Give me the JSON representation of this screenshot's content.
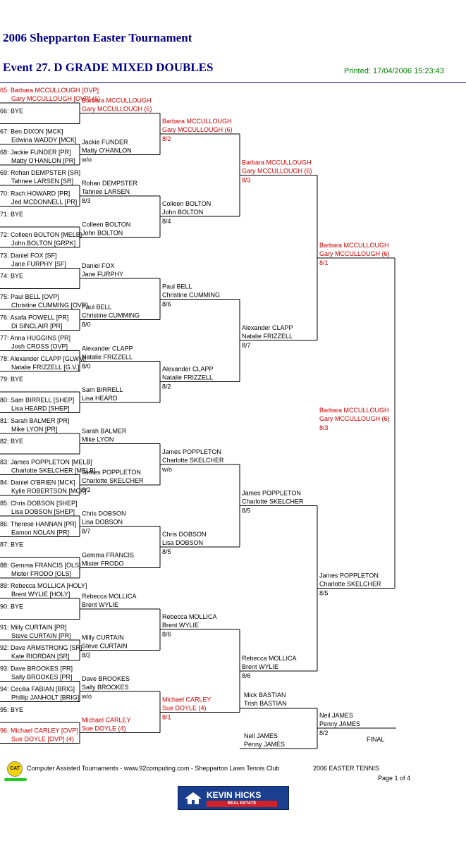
{
  "header": {
    "tournament": "2006 Shepparton Easter Tournament",
    "event": "Event 27. D GRADE MIXED DOUBLES",
    "printed": "Printed: 17/04/2006 15:23:43"
  },
  "colors": {
    "title": "#00008b",
    "winner": "#cc0000",
    "printed": "#008000",
    "text": "#000000"
  },
  "draw": [
    {
      "seed": "65: Barbara MCCULLOUGH [OVP]",
      "partner": "Gary MCCULLOUGH [OVP] (6)",
      "red": true
    },
    {
      "seed": "66: BYE",
      "partner": ""
    },
    {
      "seed": "67: Ben DIXON [MCK]",
      "partner": "Edwina WADDY [MCK]"
    },
    {
      "seed": "68: Jackie FUNDER [PR]",
      "partner": "Matty O'HANLON [PR]"
    },
    {
      "seed": "69: Rohan DEMPSTER [SR]",
      "partner": "Tahnee LARSEN [SR]"
    },
    {
      "seed": "70: Rach HOWARD [PR]",
      "partner": "Jed MCDONNELL [PR]"
    },
    {
      "seed": "71: BYE",
      "partner": ""
    },
    {
      "seed": "72: Colleen BOLTON [MELB]",
      "partner": "John BOLTON [GRPK]"
    },
    {
      "seed": "73: Daniel FOX [SF]",
      "partner": "Jane FURPHY [SF]"
    },
    {
      "seed": "74: BYE",
      "partner": ""
    },
    {
      "seed": "75: Paul BELL [OVP]",
      "partner": "Christine CUMMING [OVP]"
    },
    {
      "seed": "76: Asafa POWELL [PR]",
      "partner": "Di SINCLAIR [PR]"
    },
    {
      "seed": "77: Anna HUGGINS [PR]",
      "partner": "Josh CROSS [OVP]"
    },
    {
      "seed": "78: Alexander CLAPP [GLWM]",
      "partner": "Natalie FRIZZELL [G.V.]"
    },
    {
      "seed": "79: BYE",
      "partner": ""
    },
    {
      "seed": "80: Sam BIRRELL [SHEP]",
      "partner": "Lisa HEARD [SHEP]"
    },
    {
      "seed": "81: Sarah BALMER [PR]",
      "partner": "Mike LYON [PR]"
    },
    {
      "seed": "82: BYE",
      "partner": ""
    },
    {
      "seed": "83: James POPPLETON [MELB]",
      "partner": "Charlotte SKELCHER [MELB]"
    },
    {
      "seed": "84: Daniel O'BRIEN [MCK]",
      "partner": "Kylie ROBERTSON [MCK]"
    },
    {
      "seed": "85: Chris DOBSON [SHEP]",
      "partner": "Lisa DOBSON [SHEP]"
    },
    {
      "seed": "86: Therese HANNAN [PR]",
      "partner": "Eamon NOLAN [PR]"
    },
    {
      "seed": "87: BYE",
      "partner": ""
    },
    {
      "seed": "88: Gemma FRANCIS [OLS]",
      "partner": "Mister FRODO [OLS]"
    },
    {
      "seed": "89: Rebecca MOLLICA [HOLY]",
      "partner": "Brent WYLIE [HOLY]"
    },
    {
      "seed": "90: BYE",
      "partner": ""
    },
    {
      "seed": "91: Milly CURTAIN [PR]",
      "partner": "Steve CURTAIN [PR]"
    },
    {
      "seed": "92: Dave ARMSTRONG [SR]",
      "partner": "Kate RIORDAN [SR]"
    },
    {
      "seed": "93: Dave BROOKES [PR]",
      "partner": "Sally BROOKES [PR]"
    },
    {
      "seed": "94: Cecilia FABIAN [BRIG]",
      "partner": "Phillip JANHOLT [BRIG]"
    },
    {
      "seed": "95: BYE",
      "partner": ""
    },
    {
      "seed": "96: Michael CARLEY [OVP]",
      "partner": "Sue DOYLE [OVP] (4)",
      "red": true
    }
  ],
  "round2": [
    {
      "p1": "Barbara MCCULLOUGH",
      "p2": "Gary MCCULLOUGH (6)",
      "score": "",
      "red": true
    },
    {
      "p1": "Jackie FUNDER",
      "p2": "Matty O'HANLON",
      "score": "w/o"
    },
    {
      "p1": "Rohan DEMPSTER",
      "p2": "Tahnee LARSEN",
      "score": "8/3"
    },
    {
      "p1": "Colleen BOLTON",
      "p2": "John BOLTON",
      "score": ""
    },
    {
      "p1": "Daniel FOX",
      "p2": "Jane FURPHY",
      "score": ""
    },
    {
      "p1": "Paul BELL",
      "p2": "Christine CUMMING",
      "score": "8/0"
    },
    {
      "p1": "Alexander CLAPP",
      "p2": "Natalie FRIZZELL",
      "score": "8/0"
    },
    {
      "p1": "Sam BIRRELL",
      "p2": "Lisa HEARD",
      "score": ""
    },
    {
      "p1": "Sarah BALMER",
      "p2": "Mike LYON",
      "score": ""
    },
    {
      "p1": "James POPPLETON",
      "p2": "Charlotte SKELCHER",
      "score": "8/2"
    },
    {
      "p1": "Chris DOBSON",
      "p2": "Lisa DOBSON",
      "score": "8/7"
    },
    {
      "p1": "Gemma FRANCIS",
      "p2": "Mister FRODO",
      "score": ""
    },
    {
      "p1": "Rebecca MOLLICA",
      "p2": "Brent WYLIE",
      "score": ""
    },
    {
      "p1": "Milly CURTAIN",
      "p2": "Steve CURTAIN",
      "score": "8/2"
    },
    {
      "p1": "Dave BROOKES",
      "p2": "Sally BROOKES",
      "score": "w/o"
    },
    {
      "p1": "Michael CARLEY",
      "p2": "Sue DOYLE (4)",
      "score": "",
      "red": true
    }
  ],
  "round3": [
    {
      "p1": "Barbara MCCULLOUGH",
      "p2": "Gary MCCULLOUGH (6)",
      "score": "8/2",
      "red": true
    },
    {
      "p1": "Colleen BOLTON",
      "p2": "John BOLTON",
      "score": "8/4"
    },
    {
      "p1": "Paul BELL",
      "p2": "Christine CUMMING",
      "score": "8/6"
    },
    {
      "p1": "Alexander CLAPP",
      "p2": "Natalie FRIZZELL",
      "score": "8/2"
    },
    {
      "p1": "James POPPLETON",
      "p2": "Charlotte SKELCHER",
      "score": "w/o"
    },
    {
      "p1": "Chris DOBSON",
      "p2": "Lisa DOBSON",
      "score": "8/5"
    },
    {
      "p1": "Rebecca MOLLICA",
      "p2": "Brent WYLIE",
      "score": "8/6"
    },
    {
      "p1": "Michael CARLEY",
      "p2": "Sue DOYLE (4)",
      "score": "8/1",
      "red": true
    }
  ],
  "round4": [
    {
      "p1": "Barbara MCCULLOUGH",
      "p2": "Gary MCCULLOUGH (6)",
      "score": "8/3",
      "red": true
    },
    {
      "p1": "Alexander CLAPP",
      "p2": "Natalie FRIZZELL",
      "score": "8/7"
    },
    {
      "p1": "James POPPLETON",
      "p2": "Charlotte SKELCHER",
      "score": "8/5"
    },
    {
      "p1": "Rebecca MOLLICA",
      "p2": "Brent WYLIE",
      "score": "8/6"
    }
  ],
  "round5": [
    {
      "p1": "Barbara MCCULLOUGH",
      "p2": "Gary MCCULLOUGH (6)",
      "score": "8/1",
      "red": true
    },
    {
      "p1": "James POPPLETON",
      "p2": "Charlotte SKELCHER",
      "score": "8/5"
    }
  ],
  "round6": [
    {
      "p1": "Barbara MCCULLOUGH",
      "p2": "Gary MCCULLOUGH (6)",
      "score": "8/3",
      "red": true
    }
  ],
  "playoff": {
    "a": {
      "p1": "Mick BASTIAN",
      "p2": "Trish BASTIAN"
    },
    "b": {
      "p1": "Neil JAMES",
      "p2": "Penny JAMES"
    },
    "winner": {
      "p1": "Neil JAMES",
      "p2": "Penny JAMES",
      "score": "8/2"
    },
    "final_label": "FINAL"
  },
  "footer": {
    "credit": "Computer Assisted Tournaments - www.92computing.com -  Shepparton Lawn Tennis Club",
    "event_name": "2006 EASTER TENNIS",
    "page": "Page 1 of 4",
    "logo_text": "CAT",
    "sponsor_name": "KEVIN HICKS",
    "sponsor_sub": "REAL ESTATE",
    "sponsor_icon": "house-logo-icon"
  }
}
